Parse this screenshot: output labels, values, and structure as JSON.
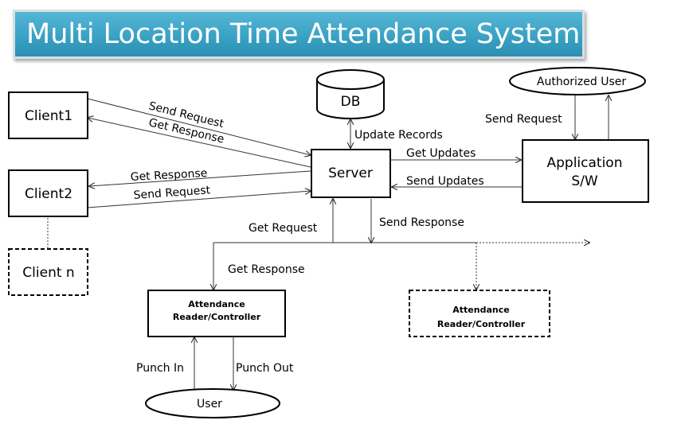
{
  "title": "Multi Location Time Attendance System",
  "nodes": {
    "client1": "Client1",
    "client2": "Client2",
    "clientn": "Client n",
    "server": "Server",
    "db": "DB",
    "authorized_user": "Authorized User",
    "application_line1": "Application",
    "application_line2": "S/W",
    "reader1_line1": "Attendance",
    "reader1_line2": "Reader/Controller",
    "reader2_line1": "Attendance",
    "reader2_line2": "Reader/Controller",
    "user": "User"
  },
  "edges": {
    "c1_send_request": "Send Request",
    "c1_get_response": "Get Response",
    "c2_get_response": "Get Response",
    "c2_send_request": "Send Request",
    "update_records": "Update Records",
    "get_updates": "Get Updates",
    "send_updates": "Send Updates",
    "auth_send_request": "Send Request",
    "get_request": "Get Request",
    "send_response": "Send Response",
    "get_response": "Get Response",
    "punch_in": "Punch In",
    "punch_out": "Punch Out"
  }
}
